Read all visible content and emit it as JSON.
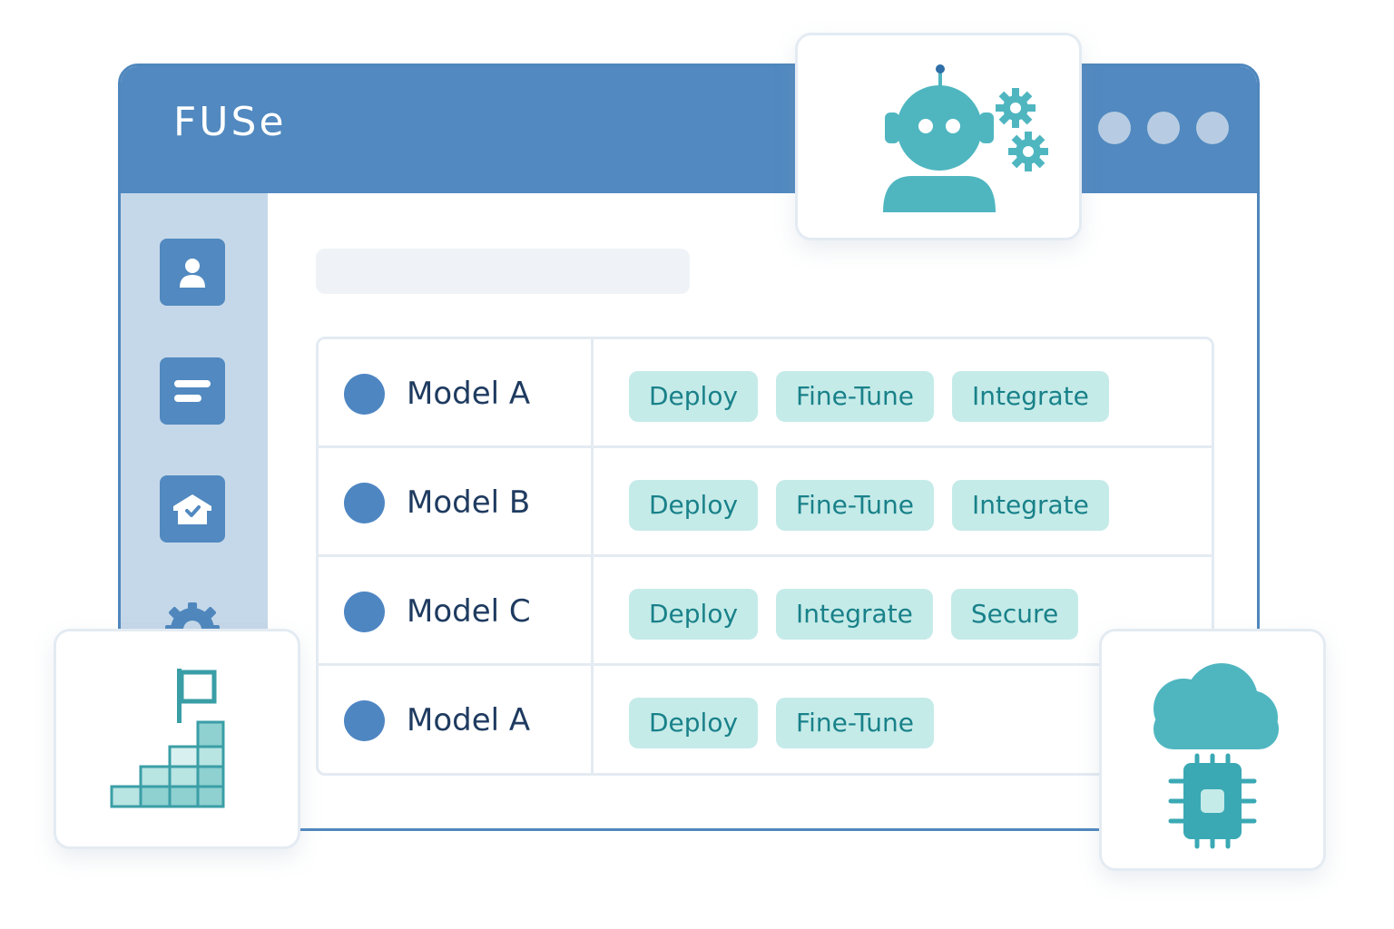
{
  "app": {
    "logo": "FUSe"
  },
  "window_controls": [
    {
      "name": "window-dot-1"
    },
    {
      "name": "window-dot-2"
    },
    {
      "name": "window-dot-3"
    }
  ],
  "sidebar": {
    "items": [
      {
        "icon": "user-icon"
      },
      {
        "icon": "list-icon"
      },
      {
        "icon": "home-icon"
      },
      {
        "icon": "gear-icon"
      }
    ]
  },
  "search": {
    "value": ""
  },
  "models": [
    {
      "name": "Model A",
      "actions": [
        "Deploy",
        "Fine-Tune",
        "Integrate"
      ]
    },
    {
      "name": "Model B",
      "actions": [
        "Deploy",
        "Fine-Tune",
        "Integrate"
      ]
    },
    {
      "name": "Model C",
      "actions": [
        "Deploy",
        "Integrate",
        "Secure"
      ]
    },
    {
      "name": "Model A",
      "actions": [
        "Deploy",
        "Fine-Tune"
      ]
    }
  ],
  "cards": {
    "robot": {
      "icon": "robot-gears-icon"
    },
    "growth": {
      "icon": "growth-flag-icon"
    },
    "cloud": {
      "icon": "cloud-chip-icon"
    }
  },
  "colors": {
    "titlebar": "#5189c0",
    "sidebar": "#c5d8e9",
    "tag_bg": "#c5ebe9",
    "tag_text": "#198189",
    "teal": "#4fb6c0"
  }
}
